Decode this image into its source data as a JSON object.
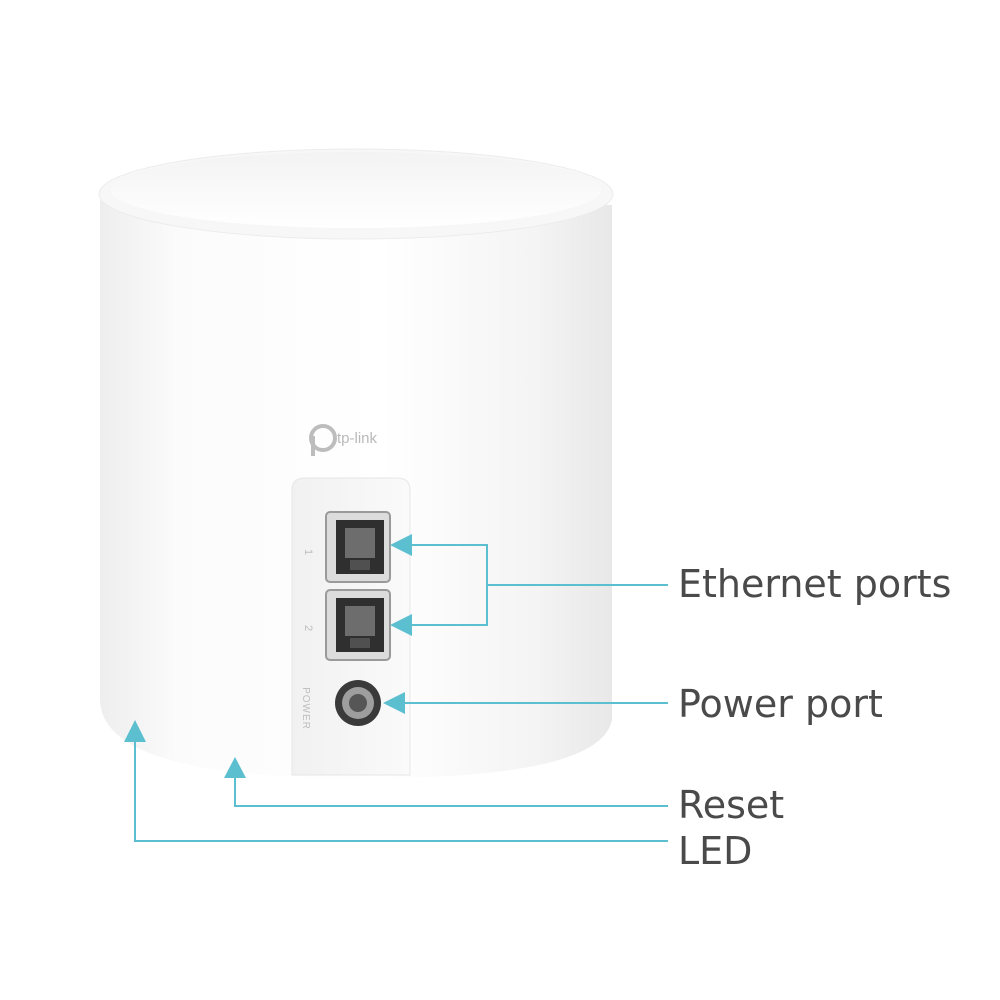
{
  "product": {
    "brand": "tp-link",
    "ports": [
      {
        "number": "1"
      },
      {
        "number": "2"
      }
    ],
    "power_marking": "POWER"
  },
  "callouts": {
    "ethernet": "Ethernet ports",
    "power": "Power port",
    "reset": "Reset",
    "led": "LED"
  },
  "colors": {
    "accent": "#5bbfcf",
    "label_text": "#4a4a4a",
    "device_body": "#f6f6f6",
    "port_dark": "#3c3c3c"
  }
}
